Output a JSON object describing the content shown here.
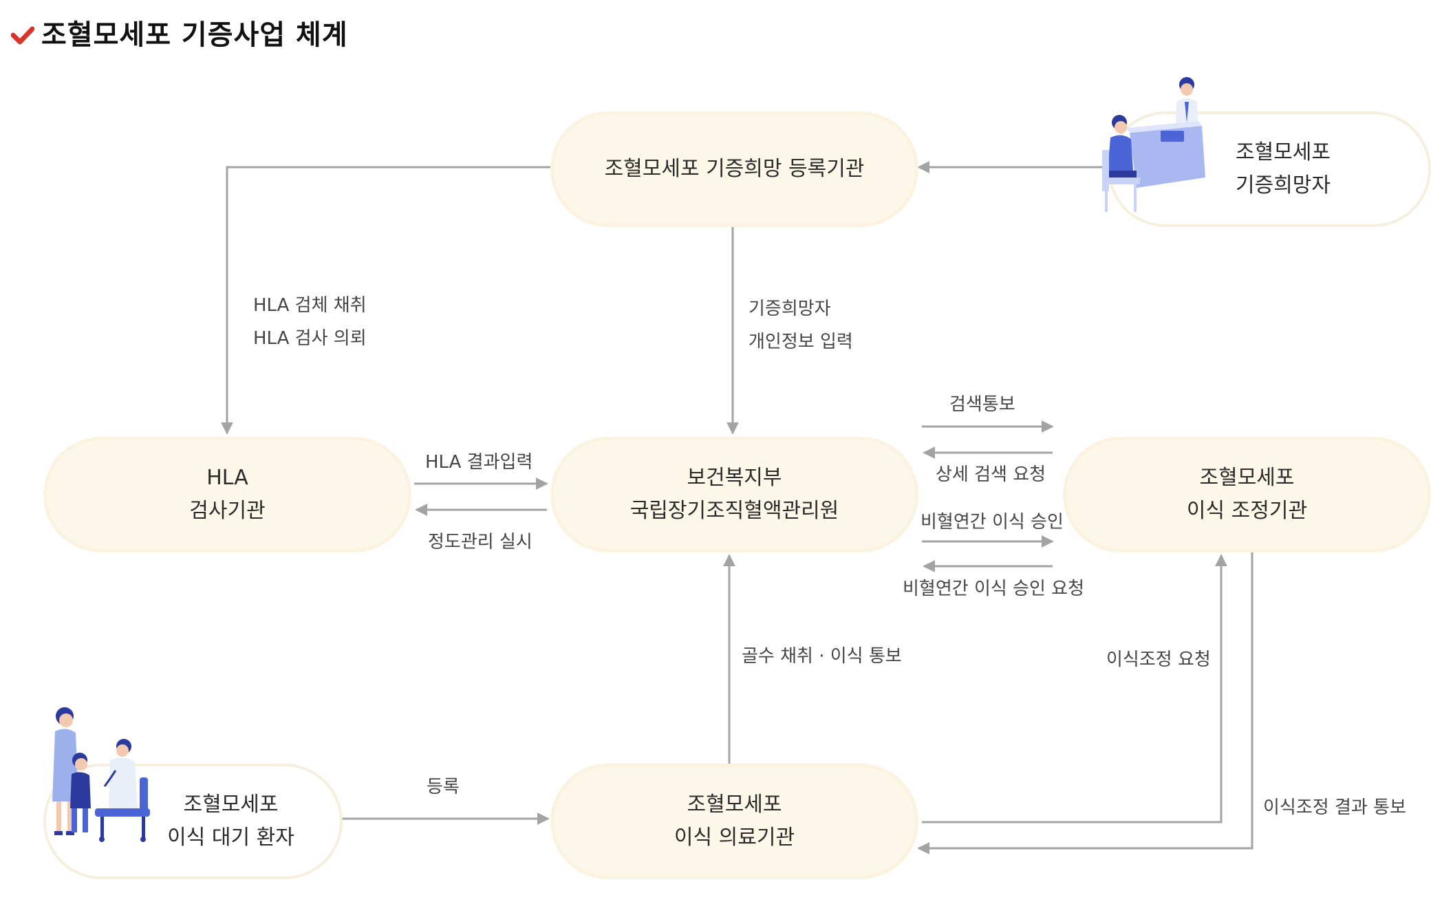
{
  "title": "조혈모세포 기증사업 체계",
  "accent_color": "#d9342b",
  "line_color": "#a3a3a3",
  "icons": [
    "check-icon",
    "doctor-consultation-icon",
    "family-patient-icon"
  ],
  "nodes": {
    "registry": {
      "lines": [
        "조혈모세포 기증희망 등록기관"
      ]
    },
    "donor": {
      "lines": [
        "조혈모세포",
        "기증희망자"
      ]
    },
    "hla_lab": {
      "lines": [
        "HLA",
        "검사기관"
      ]
    },
    "national_agency": {
      "lines": [
        "보건복지부",
        "국립장기조직혈액관리원"
      ]
    },
    "coordination": {
      "lines": [
        "조혈모세포",
        "이식 조정기관"
      ]
    },
    "patient": {
      "lines": [
        "조혈모세포",
        "이식 대기 환자"
      ]
    },
    "transplant_hospital": {
      "lines": [
        "조혈모세포",
        "이식 의료기관"
      ]
    }
  },
  "edges": {
    "hla_sampling": [
      "HLA 검체 채취",
      "HLA 검사 의뢰"
    ],
    "personal_info": [
      "기증희망자",
      "개인정보 입력"
    ],
    "hla_result": "HLA 결과입력",
    "quality_control": "정도관리 실시",
    "search_notice": "검색통보",
    "detail_search": "상세 검색 요청",
    "unrelated_approval": "비혈연간 이식 승인",
    "unrelated_request": "비혈연간 이식 승인 요청",
    "marrow_collection": "골수 채취 · 이식 통보",
    "coordination_request": "이식조정 요청",
    "registration": "등록",
    "coordination_result": "이식조정 결과 통보"
  }
}
